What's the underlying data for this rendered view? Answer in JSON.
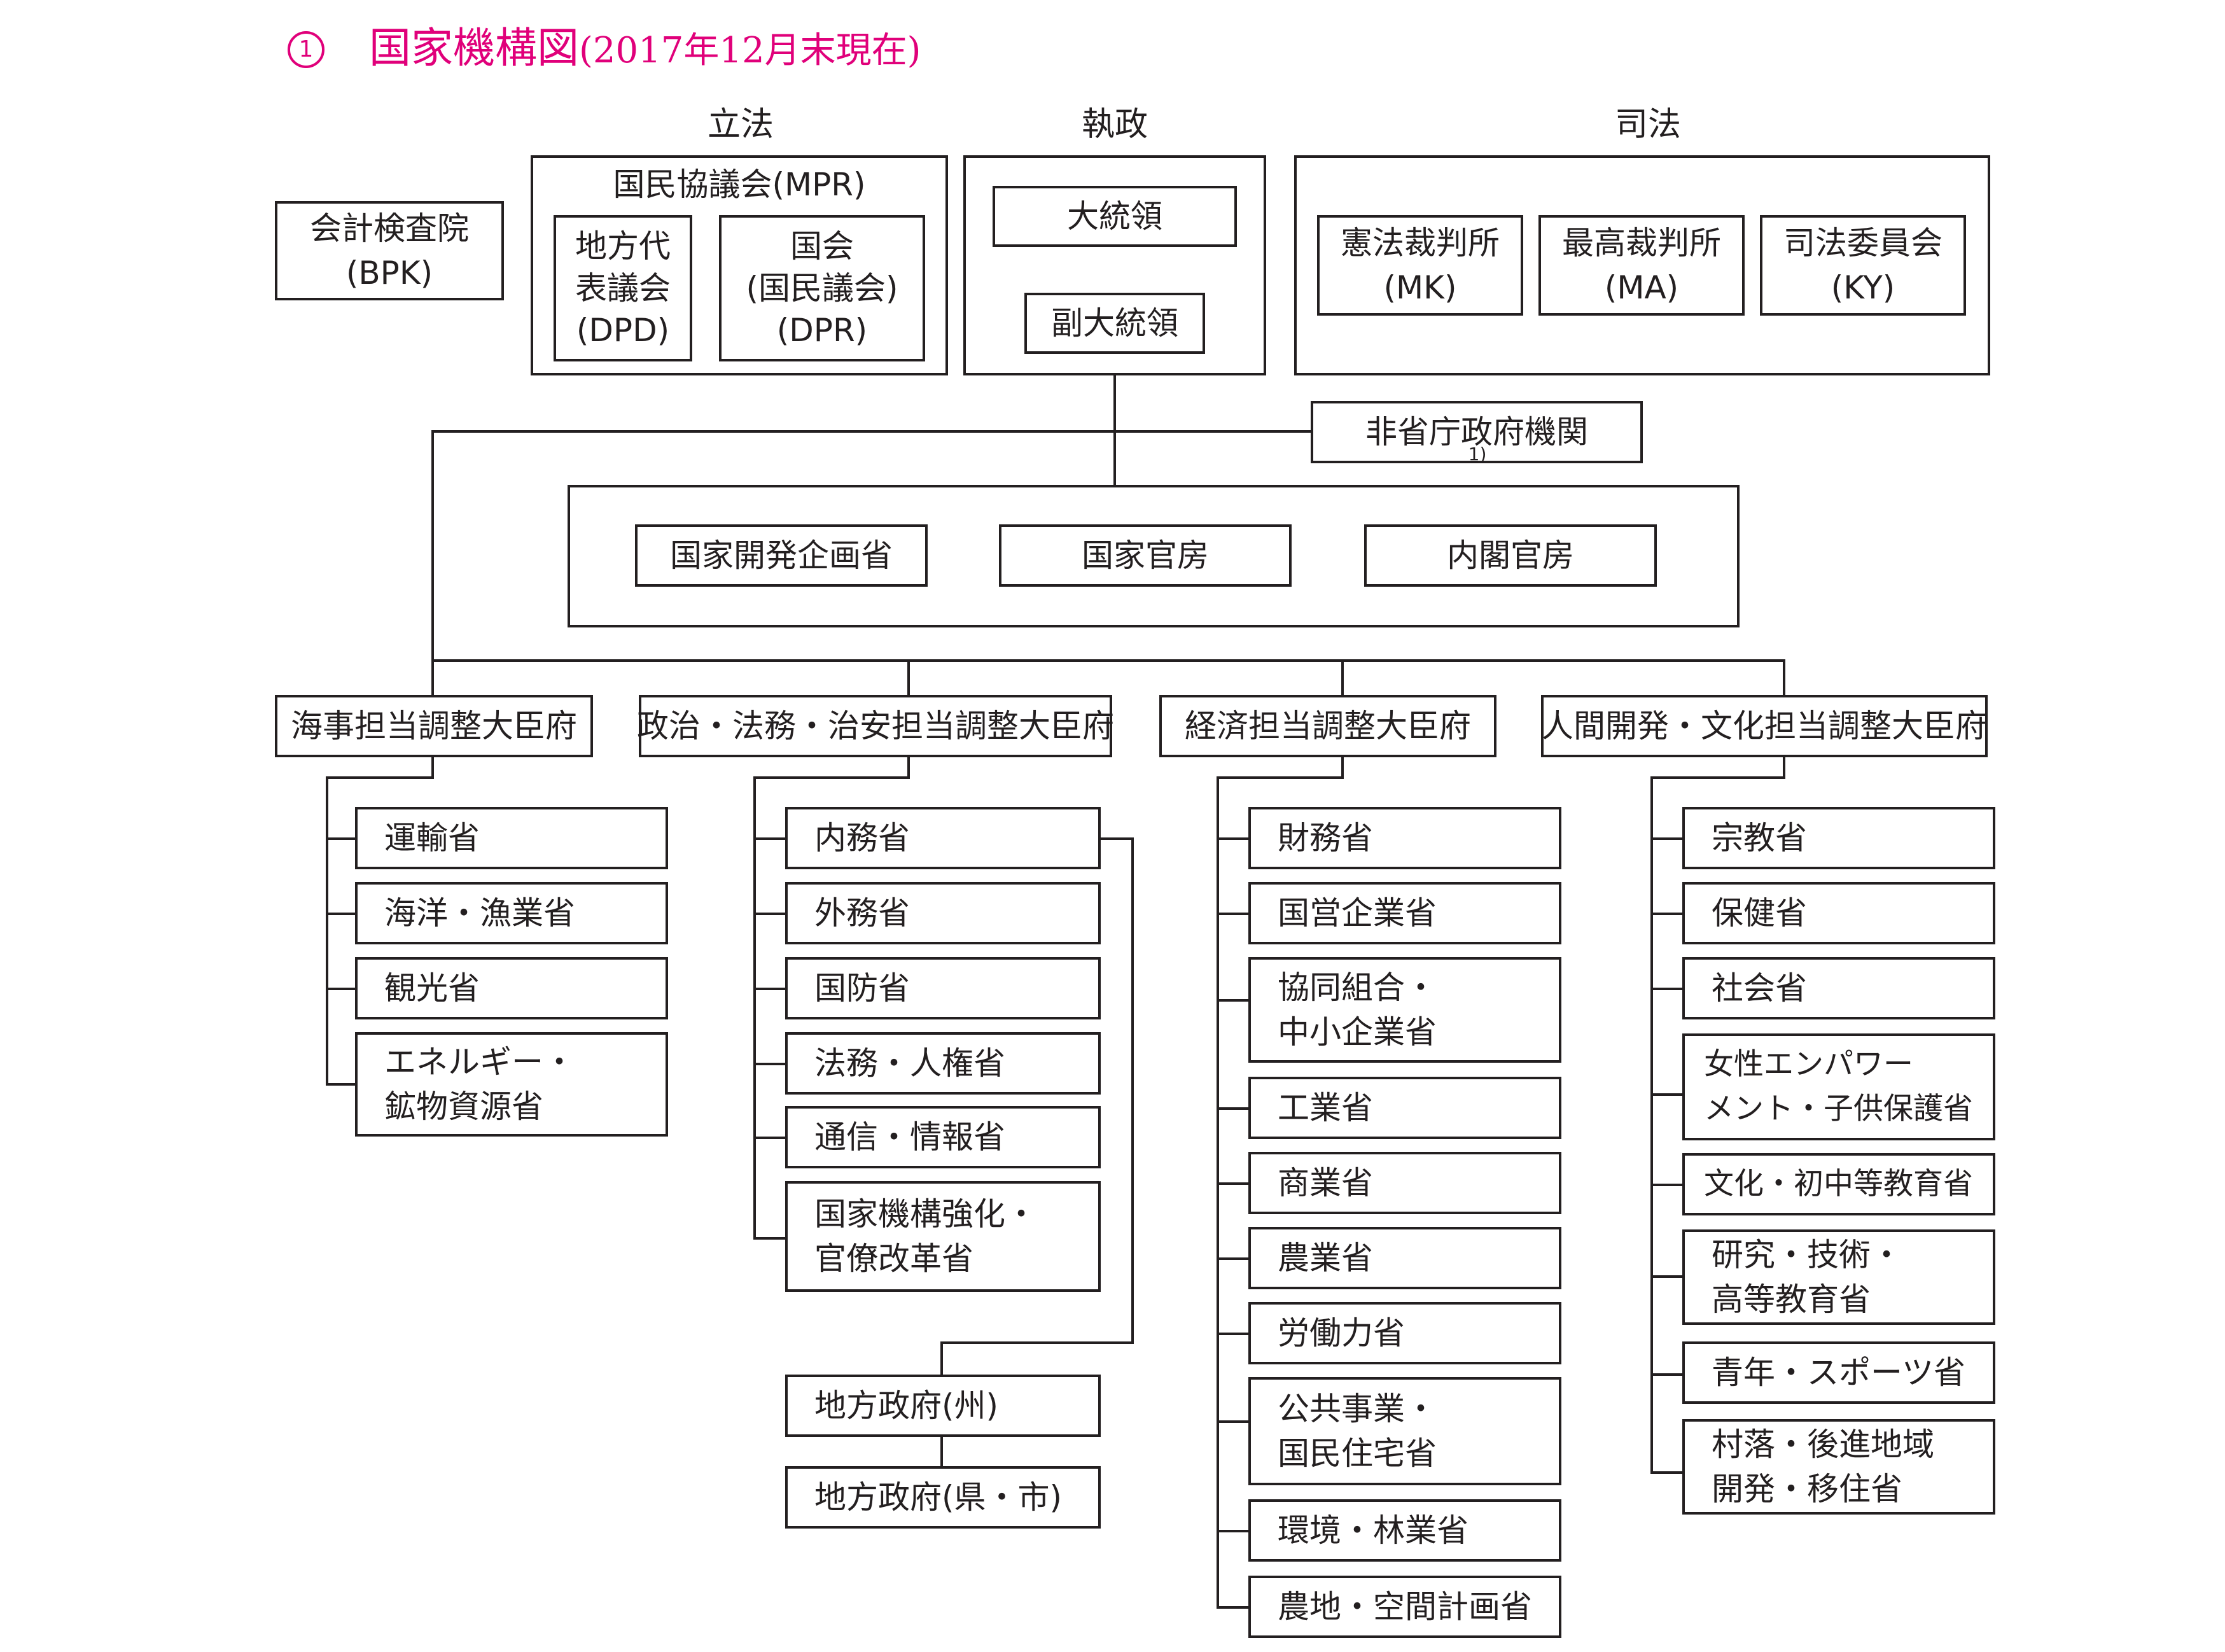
{
  "title": {
    "number": "1",
    "text": "国家機構図",
    "paren": "(2017年12月末現在)",
    "color": "#e0007a"
  },
  "branches": {
    "legislative": "立法",
    "executive": "執政",
    "judicial": "司法"
  },
  "bpk": [
    "会計検査院",
    "(BPK)"
  ],
  "mpr": {
    "label": "国民協議会(MPR)",
    "dpd": [
      "地方代",
      "表議会",
      "(DPD)"
    ],
    "dpr": [
      "国会",
      "(国民議会)",
      "(DPR)"
    ]
  },
  "executive": {
    "president": "大統領",
    "vice_president": "副大統領",
    "non_ministerial": "非省庁政府機関",
    "non_ministerial_note": "1)"
  },
  "judicial": {
    "mk": [
      "憲法裁判所",
      "(MK)"
    ],
    "ma": [
      "最高裁判所",
      "(MA)"
    ],
    "ky": [
      "司法委員会",
      "(KY)"
    ]
  },
  "central": [
    "国家開発企画省",
    "国家官房",
    "内閣官房"
  ],
  "coordinating": [
    {
      "label": "海事担当調整大臣府",
      "ministries": [
        [
          "運輸省"
        ],
        [
          "海洋・漁業省"
        ],
        [
          "観光省"
        ],
        [
          "エネルギー・",
          "鉱物資源省"
        ]
      ]
    },
    {
      "label": "政治・法務・治安担当調整大臣府",
      "ministries": [
        [
          "内務省"
        ],
        [
          "外務省"
        ],
        [
          "国防省"
        ],
        [
          "法務・人権省"
        ],
        [
          "通信・情報省"
        ],
        [
          "国家機構強化・",
          "官僚改革省"
        ]
      ]
    },
    {
      "label": "経済担当調整大臣府",
      "ministries": [
        [
          "財務省"
        ],
        [
          "国営企業省"
        ],
        [
          "協同組合・",
          "中小企業省"
        ],
        [
          "工業省"
        ],
        [
          "商業省"
        ],
        [
          "農業省"
        ],
        [
          "労働力省"
        ],
        [
          "公共事業・",
          "国民住宅省"
        ],
        [
          "環境・林業省"
        ],
        [
          "農地・空間計画省"
        ]
      ]
    },
    {
      "label": "人間開発・文化担当調整大臣府",
      "ministries": [
        [
          "宗教省"
        ],
        [
          "保健省"
        ],
        [
          "社会省"
        ],
        [
          "女性エンパワー",
          "メント・子供保護省"
        ],
        [
          "文化・初中等教育省"
        ],
        [
          "研究・技術・",
          "高等教育省"
        ],
        [
          "青年・スポーツ省"
        ],
        [
          "村落・後進地域",
          "開発・移住省"
        ]
      ]
    }
  ],
  "local": [
    "地方政府(州)",
    "地方政府(県・市)"
  ]
}
